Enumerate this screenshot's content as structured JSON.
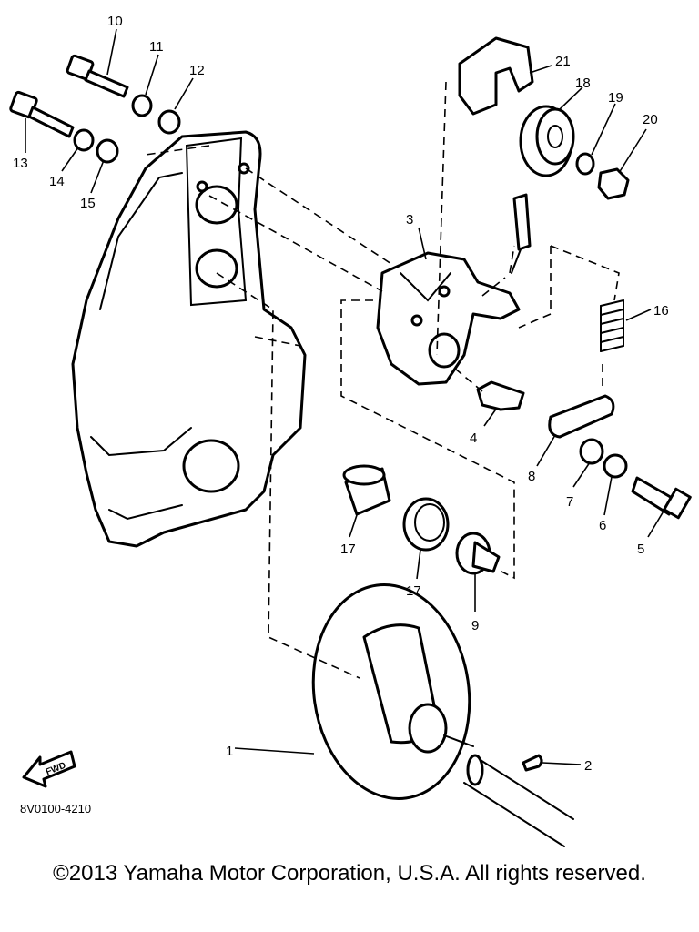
{
  "diagram": {
    "callouts": [
      "1",
      "2",
      "3",
      "4",
      "5",
      "6",
      "7",
      "8",
      "9",
      "10",
      "11",
      "12",
      "13",
      "14",
      "15",
      "16",
      "17",
      "17",
      "18",
      "19",
      "20",
      "21"
    ],
    "diagram_code": "8V0100-4210",
    "fwd_label": "FWD"
  },
  "footer": {
    "copyright": "©2013 Yamaha Motor Corporation, U.S.A. All rights reserved."
  }
}
